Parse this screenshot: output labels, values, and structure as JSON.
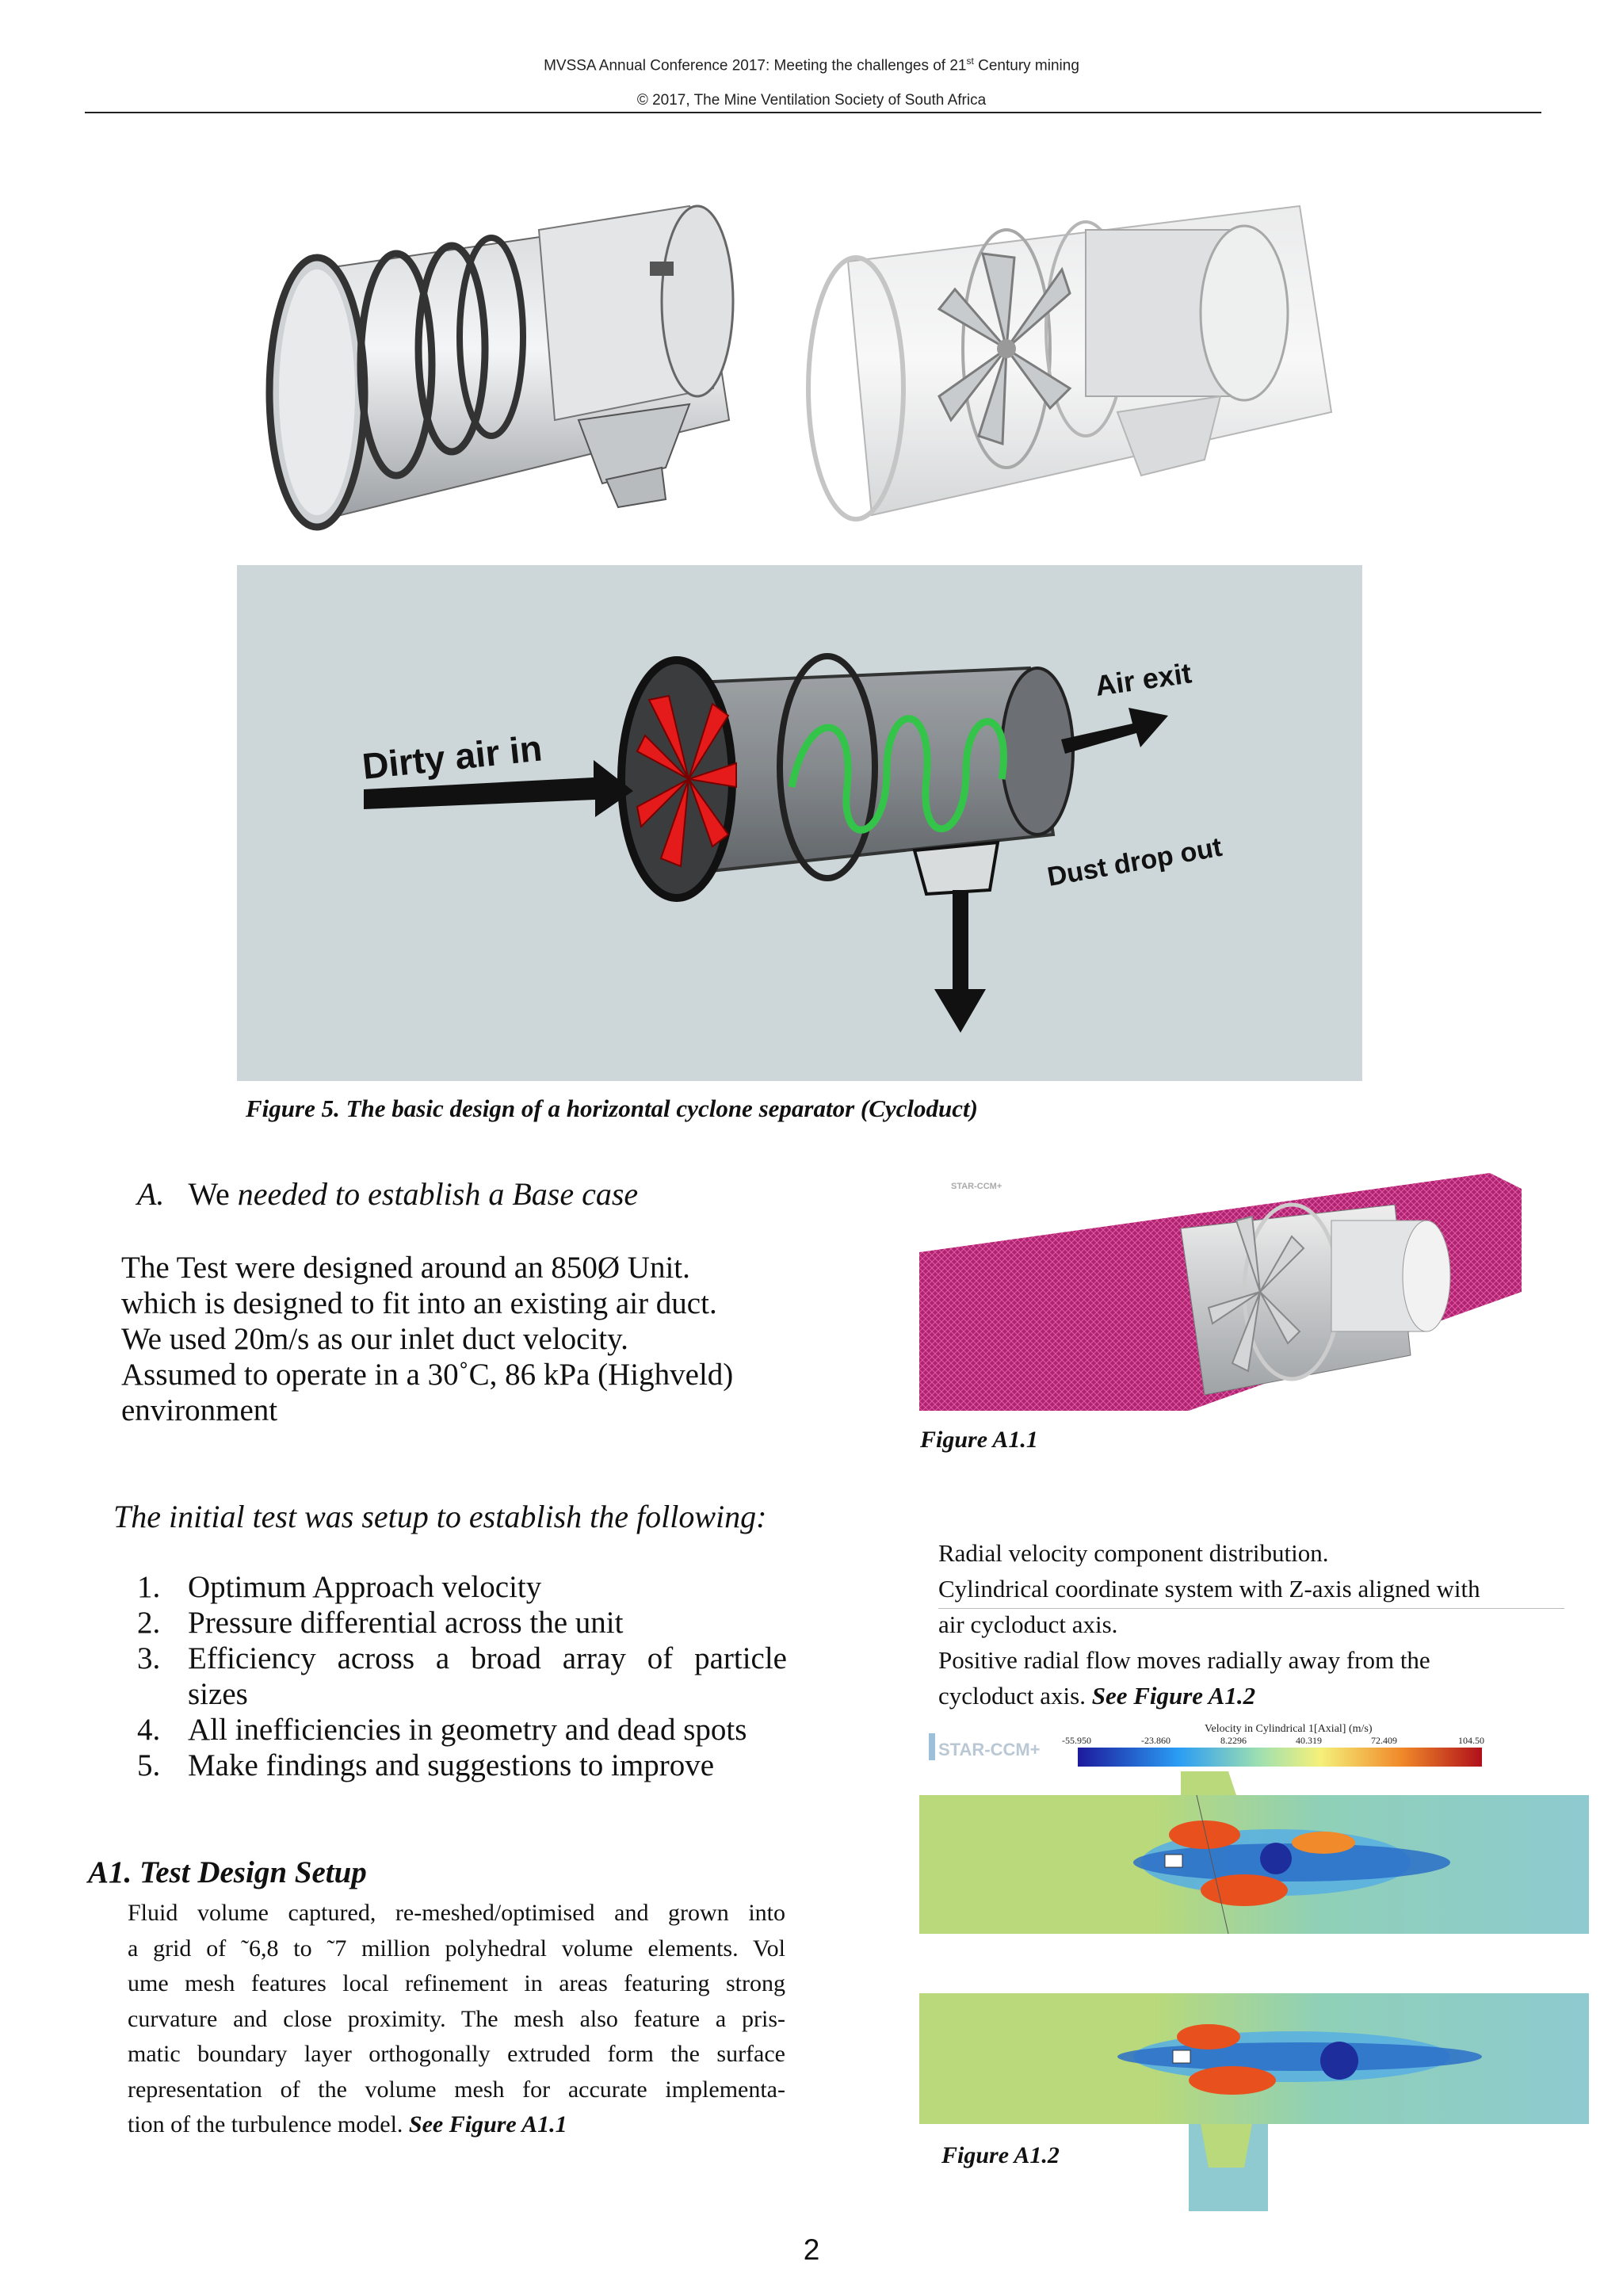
{
  "header": {
    "line1_prefix": "MVSSA Annual Conference 2017: Meeting the challenges of 21",
    "line1_sup": "st",
    "line1_suffix": " Century mining",
    "line2": "© 2017, The Mine Ventilation Society of South Africa"
  },
  "figure5": {
    "labels": {
      "dirty_air_in": "Dirty air in",
      "air_exit": "Air exit",
      "dust_drop_out": "Dust drop out"
    },
    "caption": "Figure 5.  The basic design of a horizontal cyclone separator (Cycloduct)"
  },
  "section_a": {
    "number": "A.",
    "title_start": "We",
    "title_rest": " needed to establish a Base case",
    "paragraph": [
      "The Test were designed around an 850Ø Unit.",
      "which is designed to fit into an existing air duct.",
      "We used 20m/s as our inlet duct velocity.",
      "Assumed to operate in a 30˚C, 86 kPa (Highveld)",
      "environment"
    ],
    "initial_test": "The initial test was setup to establish the following:",
    "list": [
      {
        "num": "1.",
        "text": "Optimum Approach velocity"
      },
      {
        "num": "2.",
        "text": "Pressure differential across the unit"
      },
      {
        "num": "3.",
        "text": "Efficiency  across  a  broad  array  of  particle"
      },
      {
        "num": "",
        "text": "sizes"
      },
      {
        "num": "4.",
        "text": "All inefficiencies in geometry and dead spots"
      },
      {
        "num": "5.",
        "text": "Make findings and suggestions to improve"
      }
    ]
  },
  "section_a1": {
    "heading": "A1.  Test Design Setup",
    "lines": [
      "Fluid volume captured, re-meshed/optimised and grown into",
      "a grid of ˜6,8 to ˜7 million polyhedral volume elements.  Vol",
      "ume mesh features local refinement in areas featuring strong",
      "curvature and close proximity.  The mesh also feature a pris-",
      "matic boundary layer orthogonally extruded form the surface",
      "representation of the volume mesh for accurate implementa-"
    ],
    "last_line": "tion of the turbulence model. ",
    "last_ref": "See Figure A1.1"
  },
  "figure_a11": {
    "watermark": "STAR-CCM+",
    "caption": "Figure A1.1"
  },
  "radial": {
    "lines": [
      "Radial velocity component distribution.",
      "Cylindrical coordinate system with Z-axis aligned with",
      "air cycloduct axis.",
      "Positive radial flow moves radially away from the"
    ],
    "last_line": "cycloduct axis. ",
    "last_ref": "See Figure A1.2"
  },
  "figure_a12": {
    "logo": "STAR-CCM+",
    "scale_title": "Velocity in Cylindrical 1[Axial] (m/s)",
    "scale_ticks": [
      "-55.950",
      "-23.860",
      "8.2296",
      "40.319",
      "72.409",
      "104.50"
    ],
    "caption": "Figure A1.2"
  },
  "page_number": "2"
}
